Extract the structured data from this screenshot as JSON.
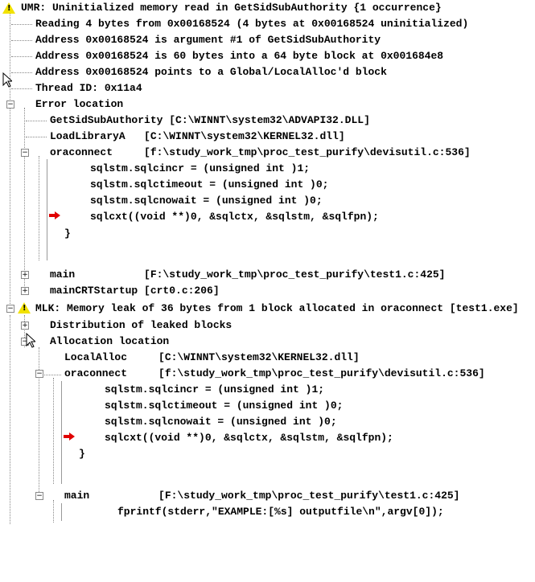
{
  "umr": {
    "title": "UMR: Uninitialized memory read in GetSidSubAuthority {1 occurrence}",
    "details": [
      "Reading 4 bytes from 0x00168524 (4 bytes at 0x00168524 uninitialized)",
      "Address 0x00168524 is argument #1 of GetSidSubAuthority",
      "Address 0x00168524 is 60 bytes into a 64 byte block at 0x001684e8",
      "Address 0x00168524 points to a Global/LocalAlloc'd block",
      "Thread ID: 0x11a4"
    ],
    "error_location": "Error location",
    "frames": [
      "GetSidSubAuthority [C:\\WINNT\\system32\\ADVAPI32.DLL]",
      "LoadLibraryA   [C:\\WINNT\\system32\\KERNEL32.dll]",
      "oraconnect     [f:\\study_work_tmp\\proc_test_purify\\devisutil.c:536]"
    ],
    "code": [
      "sqlstm.sqlcincr = (unsigned int )1;",
      "sqlstm.sqlctimeout = (unsigned int )0;",
      "sqlstm.sqlcnowait = (unsigned int )0;",
      "sqlcxt((void **)0, &sqlctx, &sqlstm, &sqlfpn);",
      "}"
    ],
    "frames2": [
      "main           [F:\\study_work_tmp\\proc_test_purify\\test1.c:425]",
      "mainCRTStartup [crt0.c:206]"
    ]
  },
  "mlk": {
    "title": "MLK: Memory leak of 36 bytes from 1 block allocated in oraconnect [test1.exe]",
    "distribution": "Distribution of leaked blocks",
    "allocation": "Allocation location",
    "frames": [
      "LocalAlloc     [C:\\WINNT\\system32\\KERNEL32.dll]",
      "oraconnect     [f:\\study_work_tmp\\proc_test_purify\\devisutil.c:536]"
    ],
    "code": [
      "sqlstm.sqlcincr = (unsigned int )1;",
      "sqlstm.sqlctimeout = (unsigned int )0;",
      "sqlstm.sqlcnowait = (unsigned int )0;",
      "sqlcxt((void **)0, &sqlctx, &sqlstm, &sqlfpn);",
      "}"
    ],
    "main": "main           [F:\\study_work_tmp\\proc_test_purify\\test1.c:425]",
    "main_code": "fprintf(stderr,\"EXAMPLE:[%s] outputfile\\n\",argv[0]);"
  },
  "icons": {
    "warning": "!",
    "expand": "+",
    "collapse": "−",
    "warning_color": "#f2e200",
    "arrow_color": "#e00000"
  }
}
